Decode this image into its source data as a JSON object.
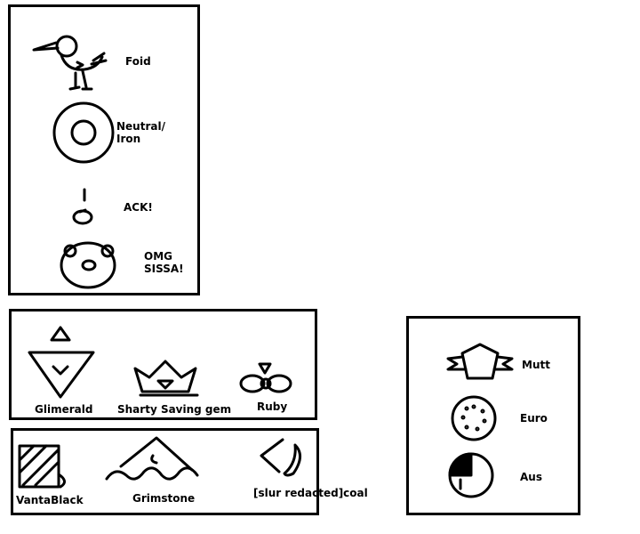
{
  "panels": {
    "creatures": [
      {
        "label": "Foid",
        "icon": "bird-icon"
      },
      {
        "label": "Neutral/\nIron",
        "icon": "ring-icon"
      },
      {
        "label": "ACK!",
        "icon": "exclaim-icon"
      },
      {
        "label": "OMG\nSISSA!",
        "icon": "face-icon"
      }
    ],
    "gems": [
      {
        "label": "Glimerald",
        "icon": "triangle-gem-icon"
      },
      {
        "label": "Sharty Saving gem",
        "icon": "crown-icon"
      },
      {
        "label": "Ruby",
        "icon": "propeller-icon"
      }
    ],
    "stones": [
      {
        "label": "VantaBlack",
        "icon": "hatched-square-icon"
      },
      {
        "label": "Grimstone",
        "icon": "mountain-icon"
      },
      {
        "label": "[slur redacted]coal",
        "icon": "crescent-icon"
      }
    ],
    "coins": [
      {
        "label": "Mutt",
        "icon": "banner-pentagon-icon"
      },
      {
        "label": "Euro",
        "icon": "dotted-coin-icon"
      },
      {
        "label": "Aus",
        "icon": "quarter-coin-icon"
      }
    ]
  }
}
